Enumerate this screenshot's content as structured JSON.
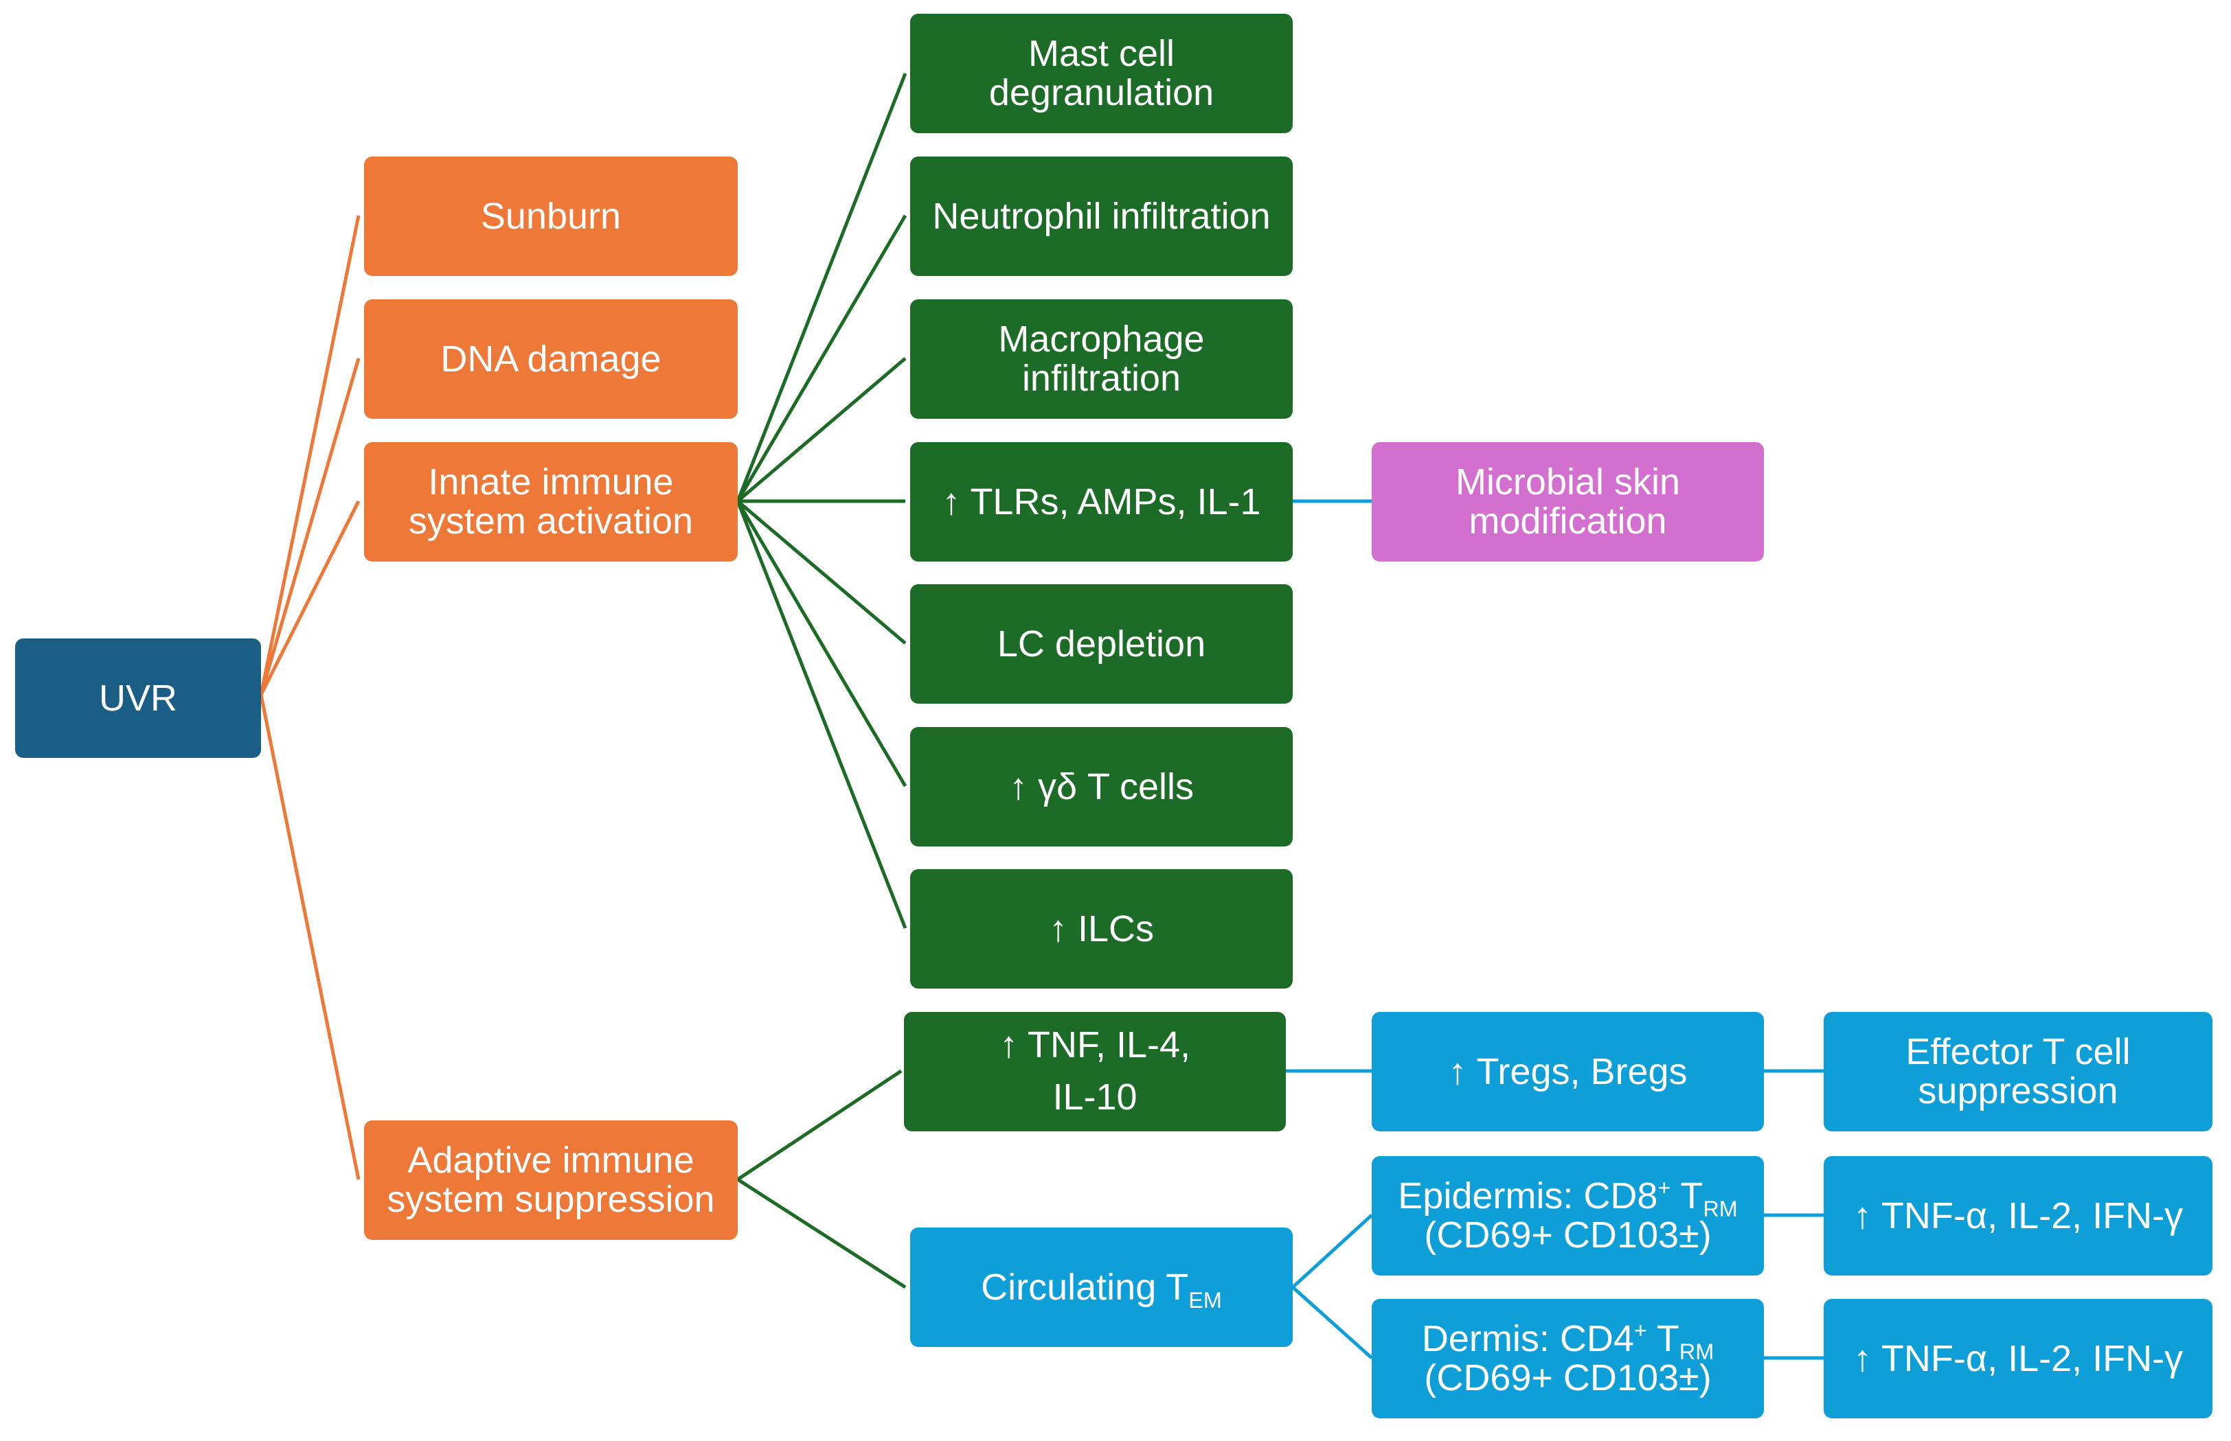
{
  "colors": {
    "root": "#1a5e85",
    "orange": "#ed7838",
    "green": "#1c6b27",
    "blue": "#0f9fd8",
    "pink": "#d36fcf",
    "line_orange": "#ed7838",
    "line_green": "#1c6b27",
    "line_blue": "#0f9fd8"
  },
  "root": {
    "label": "UVR"
  },
  "level1": {
    "sunburn": "Sunburn",
    "dna_damage": "DNA damage",
    "innate": "Innate immune system activation",
    "adaptive": "Adaptive immune system suppression"
  },
  "innate_effects": {
    "mast_cell": "Mast cell degranulation",
    "neutrophil": "Neutrophil infiltration",
    "macrophage": "Macrophage infiltration",
    "tlrs": "↑ TLRs, AMPs, IL-1",
    "lc_depletion": "LC depletion",
    "gd_t_cells": "↑ γδ T cells",
    "ilcs": "↑ ILCs"
  },
  "microbial": "Microbial skin modification",
  "adaptive_effects": {
    "tnf_line1": "↑ TNF, IL-4,",
    "tnf_line2": "IL-10",
    "circulating_main": "Circulating T",
    "circulating_sub": "EM"
  },
  "tregs": "↑ Tregs, Bregs",
  "effector": "Effector T cell suppression",
  "epidermis": {
    "prefix": "Epidermis: CD8",
    "sup": "+",
    "t": " T",
    "sub": "RM",
    "line2": "(CD69+ CD103±)"
  },
  "dermis": {
    "prefix": "Dermis: CD4",
    "sup": "+",
    "t": " T",
    "sub": "RM",
    "line2": "(CD69+ CD103±)"
  },
  "cytokines_epidermis": "↑ TNF-α, IL-2, IFN-γ",
  "cytokines_dermis": "↑ TNF-α, IL-2, IFN-γ"
}
